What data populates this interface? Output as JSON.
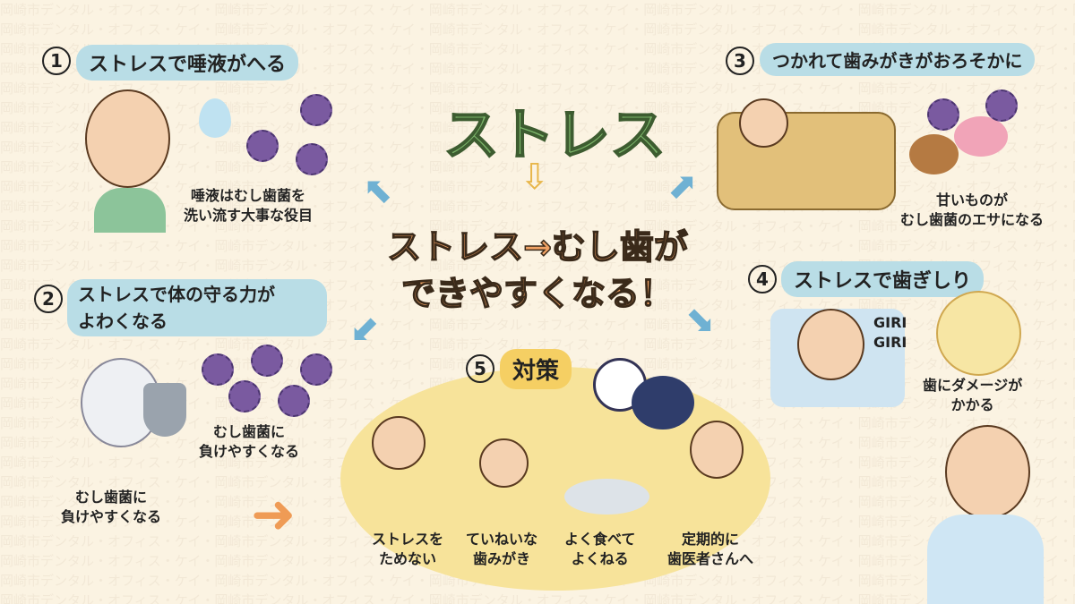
{
  "watermark": "岡崎市デンタル・オフィス・ケイ",
  "title": "ストレス",
  "main_message": {
    "line1": "ストレス→むし歯が",
    "line2": "できやすくなる！"
  },
  "sections": [
    {
      "num": "1",
      "title": "ストレスで唾液がへる",
      "caption": [
        "唾液はむし歯菌を",
        "洗い流す大事な役目"
      ]
    },
    {
      "num": "2",
      "title": [
        "ストレスで体の守る力が",
        "よわくなる"
      ],
      "caption": [
        "むし歯菌に",
        "負けやすくなる"
      ],
      "caption2": [
        "むし歯菌に",
        "負けやすくなる"
      ]
    },
    {
      "num": "3",
      "title": "つかれて歯みがきがおろそかに",
      "caption": [
        "甘いものが",
        "むし歯菌のエサになる"
      ]
    },
    {
      "num": "4",
      "title": "ストレスで歯ぎしり",
      "sound": [
        "GIRI",
        "GIRI"
      ],
      "caption": [
        "歯にダメージが",
        "かかる"
      ]
    },
    {
      "num": "5",
      "title": "対策",
      "tips": [
        [
          "ストレスを",
          "ためない"
        ],
        [
          "ていねいな",
          "歯みがき"
        ],
        [
          "よく食べて",
          "よくねる"
        ],
        [
          "定期的に",
          "歯医者さんへ"
        ]
      ]
    }
  ],
  "colors": {
    "bg": "#fbf3e2",
    "pill": "#b9dde6",
    "title": "#7cb46a",
    "main": "#f0a264",
    "accent_arrow": "#6fb1d3",
    "tips_bg": "#f7e39a"
  }
}
